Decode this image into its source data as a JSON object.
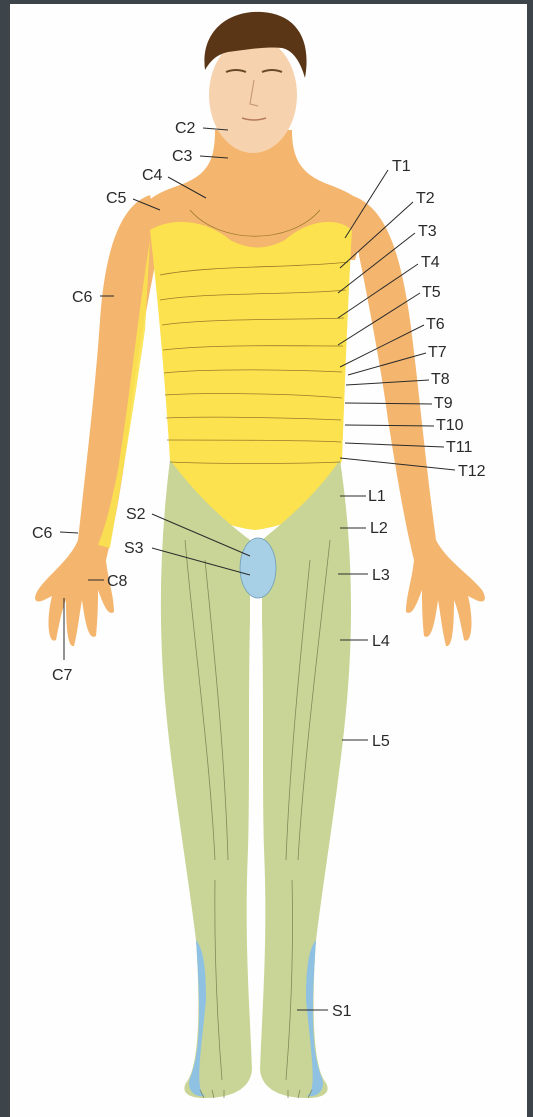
{
  "colors": {
    "background": "#3d454b",
    "frame": "#fefefe",
    "skin_cervical": "#f4b56e",
    "thoracic": "#fbe24e",
    "lumbar": "#c9d597",
    "sacral": "#a7d0e6",
    "hair": "#5a3616",
    "leader": "#2b2b2b"
  },
  "labels": {
    "C2": "C2",
    "C3": "C3",
    "C4": "C4",
    "C5": "C5",
    "C6_arm": "C6",
    "C6_hand": "C6",
    "C7": "C7",
    "C8": "C8",
    "T1": "T1",
    "T2": "T2",
    "T3": "T3",
    "T4": "T4",
    "T5": "T5",
    "T6": "T6",
    "T7": "T7",
    "T8": "T8",
    "T9": "T9",
    "T10": "T10",
    "T11": "T11",
    "T12": "T12",
    "L1": "L1",
    "L2": "L2",
    "L3": "L3",
    "L4": "L4",
    "L5": "L5",
    "S1": "S1",
    "S2": "S2",
    "S3": "S3"
  }
}
